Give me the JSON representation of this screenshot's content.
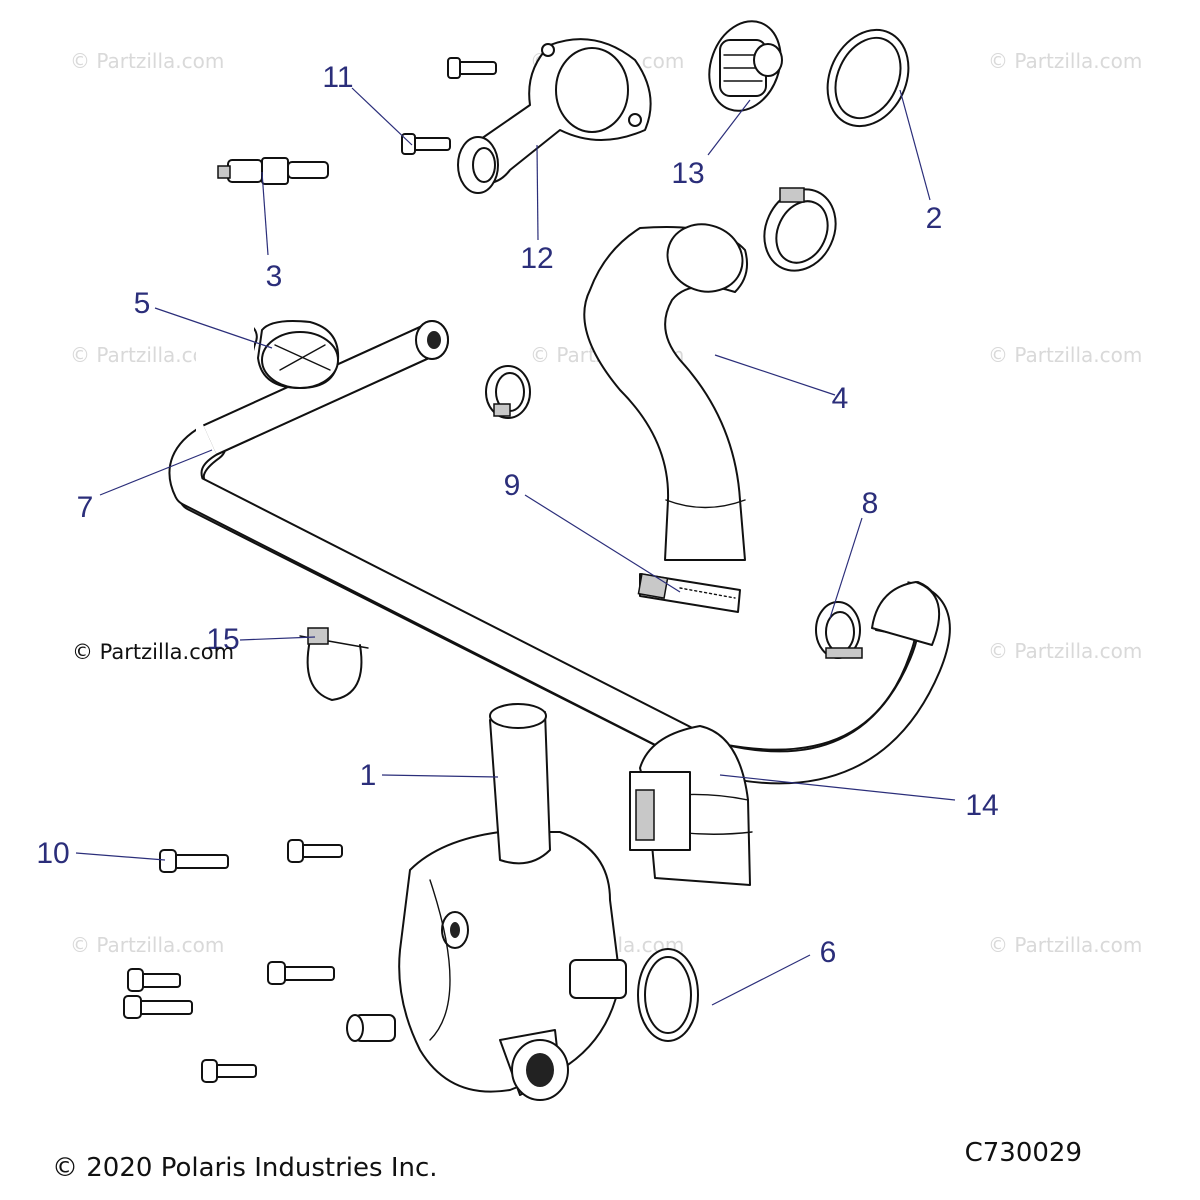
{
  "diagram": {
    "watermark_text": "© Partzilla.com",
    "credit_text": "© Partzilla.com",
    "copyright": "© 2020 Polaris Industries Inc.",
    "diagram_code": "C730029",
    "callouts": {
      "c1": "1",
      "c2": "2",
      "c3": "3",
      "c4": "4",
      "c5": "5",
      "c6": "6",
      "c7": "7",
      "c8": "8",
      "c9": "9",
      "c10": "10",
      "c11": "11",
      "c12": "12",
      "c13": "13",
      "c14": "14",
      "c15": "15"
    },
    "colors": {
      "callout": "#2b2e7a",
      "watermark": "#d9d9d9",
      "line_art": "#111111"
    }
  }
}
